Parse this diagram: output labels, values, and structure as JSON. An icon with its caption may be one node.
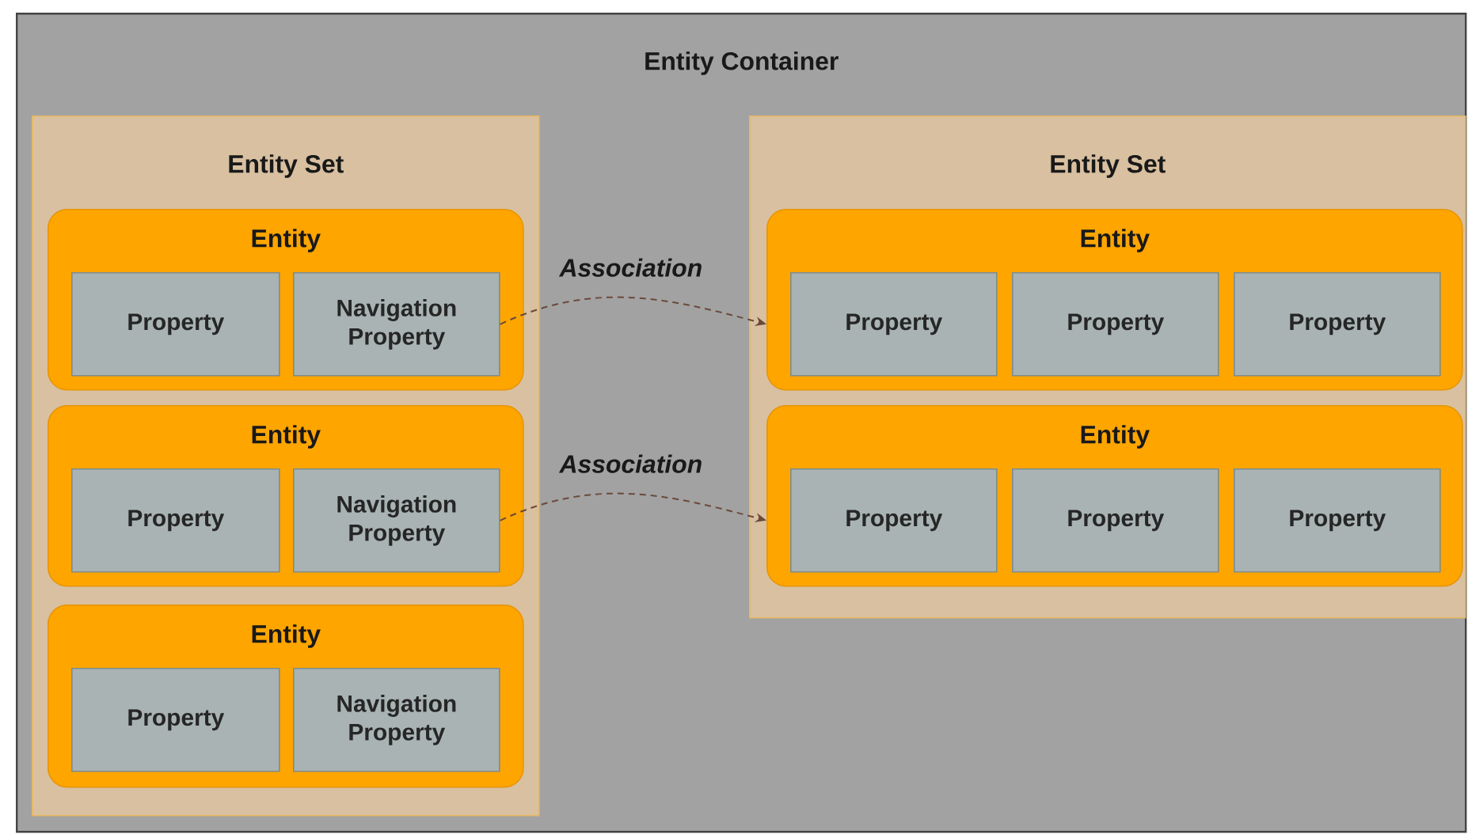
{
  "diagram": {
    "nodes": [
      {
        "text": [
          "Entity Container"
        ]
      },
      {
        "text": [
          "Entity Set"
        ],
        "in": 0
      },
      {
        "text": [
          "Entity"
        ],
        "in": 1
      },
      {
        "text": [
          "Property"
        ],
        "in": 2
      },
      {
        "text": [
          "Navigation Property"
        ],
        "in": 2
      },
      {
        "text": [
          "Entity"
        ],
        "in": 1
      },
      {
        "text": [
          "Property"
        ],
        "in": 5
      },
      {
        "text": [
          "Navigation Property"
        ],
        "in": 5
      },
      {
        "text": [
          "Entity"
        ],
        "in": 1
      },
      {
        "text": [
          "Property"
        ],
        "in": 8
      },
      {
        "text": [
          "Navigation Property"
        ],
        "in": 8
      },
      {
        "text": [
          "Entity Set"
        ],
        "in": 0
      },
      {
        "text": [
          "Entity"
        ],
        "in": 11
      },
      {
        "text": [
          "Property"
        ],
        "in": 12
      },
      {
        "text": [
          "Property"
        ],
        "in": 12
      },
      {
        "text": [
          "Property"
        ],
        "in": 12
      },
      {
        "text": [
          "Entity"
        ],
        "in": 11
      },
      {
        "text": [
          "Property"
        ],
        "in": 16
      },
      {
        "text": [
          "Property"
        ],
        "in": 16
      },
      {
        "text": [
          "Property"
        ],
        "in": 16
      }
    ],
    "edges": [
      {
        "from": 4,
        "to": 12,
        "arrow": "to",
        "label": "Association",
        "style": "dashed"
      },
      {
        "from": 7,
        "to": 16,
        "arrow": "to",
        "label": "Association",
        "style": "dashed"
      }
    ]
  }
}
